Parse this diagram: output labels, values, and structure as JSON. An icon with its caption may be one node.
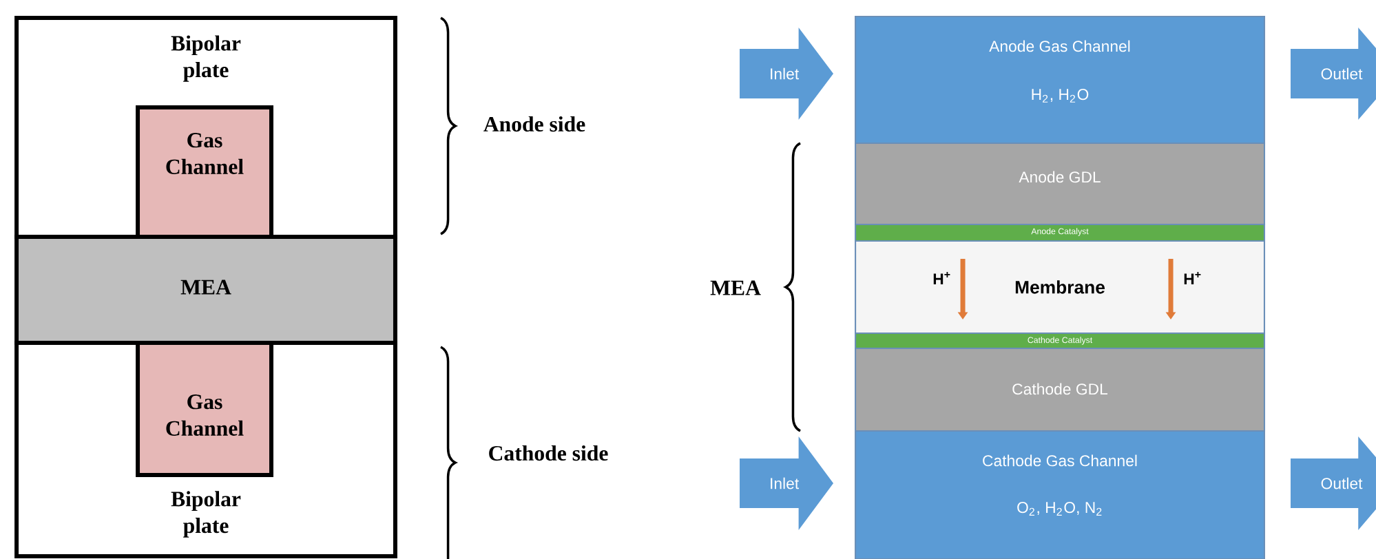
{
  "diagram": {
    "nodes": [
      {
        "text": [
          "Bipolar plate"
        ]
      },
      {
        "text": [
          "Gas Channel"
        ],
        "in": 0
      },
      {
        "text": [
          "MEA"
        ]
      },
      {
        "text": [
          "Bipolar plate"
        ]
      },
      {
        "text": [
          "Gas Channel"
        ],
        "in": 3
      },
      {
        "text": [
          "Anode Gas Channel",
          "H$_{2}$, H$_{2}$O"
        ]
      },
      {
        "text": [
          "Anode GDL"
        ]
      },
      {
        "text": [
          "Anode Catalyst"
        ]
      },
      {
        "text": [
          "Membrane"
        ]
      },
      {
        "text": [
          "Cathode Catalyst"
        ]
      },
      {
        "text": [
          "Cathode GDL"
        ]
      },
      {
        "text": [
          "Cathode Gas Channel",
          "O$_{2}$, H$_{2}$O, N$_{2}$"
        ]
      },
      {
        "text": [
          "Inlet"
        ]
      },
      {
        "text": [
          "Outlet"
        ]
      },
      {
        "text": [
          "Inlet"
        ]
      },
      {
        "text": [
          "Outlet"
        ]
      }
    ],
    "labels": [
      "Anode side",
      "MEA",
      "H$^{+}$",
      "H$^{+}$",
      "Cathode side"
    ]
  }
}
